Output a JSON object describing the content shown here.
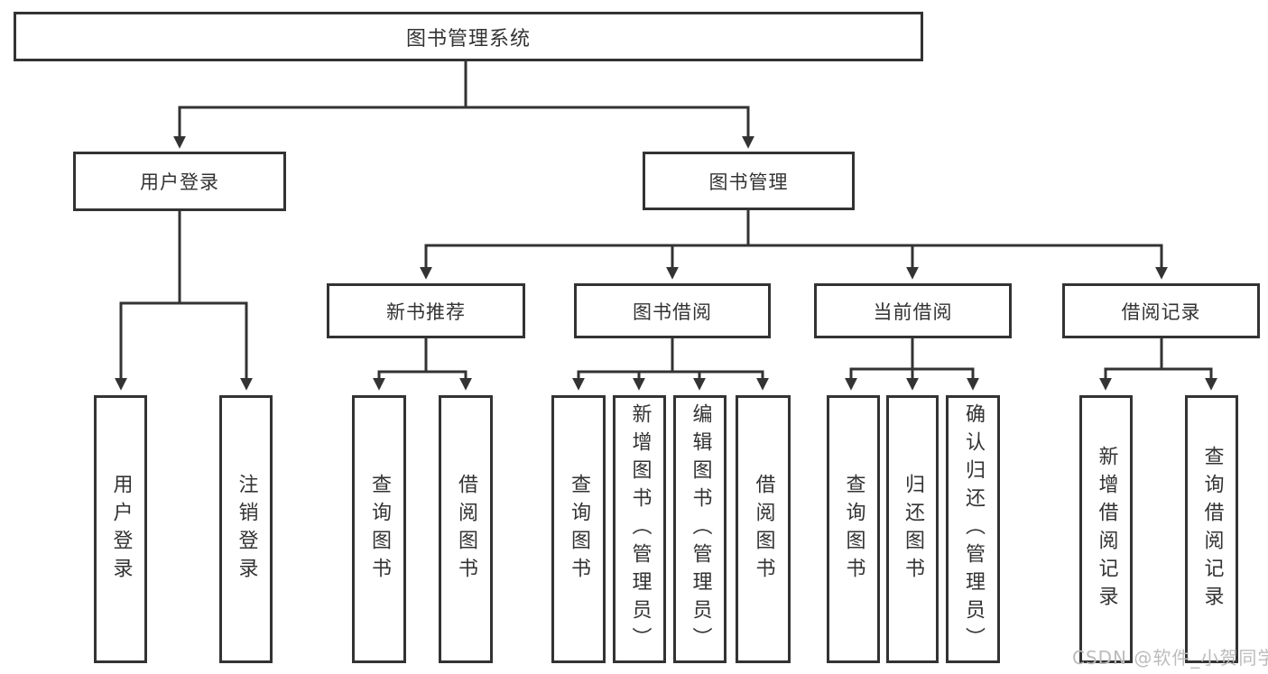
{
  "tree": {
    "label": "图书管理系统",
    "children": [
      {
        "label": "用户登录",
        "children": [
          {
            "label": "用户登录"
          },
          {
            "label": "注销登录"
          }
        ]
      },
      {
        "label": "图书管理",
        "children": [
          {
            "label": "新书推荐",
            "children": [
              {
                "label": "查询图书"
              },
              {
                "label": "借阅图书"
              }
            ]
          },
          {
            "label": "图书借阅",
            "children": [
              {
                "label": "查询图书"
              },
              {
                "label": "新增图书（管理员）"
              },
              {
                "label": "编辑图书（管理员）"
              },
              {
                "label": "借阅图书"
              }
            ]
          },
          {
            "label": "当前借阅",
            "children": [
              {
                "label": "查询图书"
              },
              {
                "label": "归还图书"
              },
              {
                "label": "确认归还（管理员）"
              }
            ]
          },
          {
            "label": "借阅记录",
            "children": [
              {
                "label": "新增借阅记录"
              },
              {
                "label": "查询借阅记录"
              }
            ]
          }
        ]
      }
    ]
  },
  "watermark": {
    "text": "CSDN @软件_小贺同学"
  },
  "colors": {
    "line": "#333333",
    "text": "#333333",
    "box_background": "#ffffff",
    "watermark": "#bcbcbc",
    "background": "#ffffff"
  }
}
